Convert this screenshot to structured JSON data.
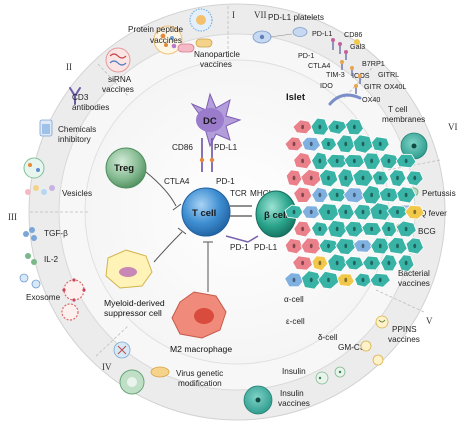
{
  "sectors": {
    "I": "I",
    "II": "II",
    "III": "III",
    "IV": "IV",
    "V": "V",
    "VI": "VI",
    "VII": "VII"
  },
  "outer": {
    "protein_peptide": [
      "Protein peptide",
      "vaccines"
    ],
    "nanoparticle": [
      "Nanoparticle",
      "vaccines"
    ],
    "sirna": [
      "siRNA",
      "vaccines"
    ],
    "pdl1_platelets": "PD-L1 platelets",
    "cd3": [
      "CD3",
      "antibodies"
    ],
    "chemicals": [
      "Chemicals",
      "inhibitory"
    ],
    "vesicles": "Vesicles",
    "tgfb": "TGF-β",
    "il2": "IL-2",
    "exosome": "Exosome",
    "virus_genetic": [
      "Virus genetic",
      "modification"
    ],
    "insulin": "Insulin",
    "insulin_vaccines": [
      "Insulin",
      "vaccines"
    ],
    "gmcsf": "GM-CSF",
    "ppins": [
      "PPINS",
      "vaccines"
    ],
    "bacterial": [
      "Bacterial",
      "vaccines"
    ],
    "pertussis": "Pertussis",
    "qfever": "Q fever",
    "bcg": "BCG",
    "tcell_membranes": [
      "T cell",
      "membranes"
    ]
  },
  "checkpoints": {
    "pdl1": "PD-L1",
    "cd86": "CD86",
    "gal3": "Gal3",
    "pd1": "PD-1",
    "ctla4": "CTLA4",
    "tim3": "TIM-3",
    "b7rp1": "B7RP1",
    "ido": "IDO",
    "icos": "ICOS",
    "gitrl": "GITRL",
    "gitr": "GITR",
    "ox40l": "OX40L",
    "ox40": "OX40"
  },
  "center": {
    "dc": "DC",
    "treg": "Treg",
    "tcell": "T cell",
    "bcell": "β cell",
    "cd86": "CD86",
    "pdl1": "PD-L1",
    "ctla4": "CTLA4",
    "pd1": "PD-1",
    "tcr": "TCR",
    "mhci": "MHCI",
    "pd1_low": "PD-1",
    "pdl1_low": "PD-L1",
    "mdsc": [
      "Myeloid-derived",
      "suppressor cell"
    ],
    "m2": "M2 macrophage",
    "islet": "Islet",
    "alpha": "α-cell",
    "epsilon": "ε-cell",
    "delta": "δ-cell"
  },
  "colors": {
    "tcell": "#3a86c8",
    "dc": "#9b7fc1",
    "treg": "#6aa57a",
    "beta": "#2a9a86",
    "islet_teal": "#39b3a6",
    "islet_pink": "#e9808a",
    "islet_yellow": "#f2c84b",
    "ring_outer": "#e9e9e9",
    "ring_inner": "#f6f6f6"
  }
}
